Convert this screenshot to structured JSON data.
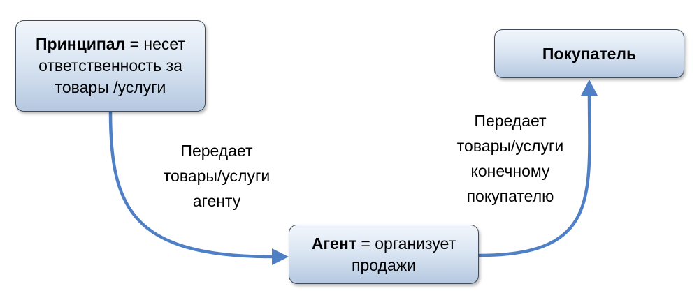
{
  "nodes": {
    "principal": {
      "title": "Принципал",
      "rest_line1": " = несет",
      "line2": "ответственность за",
      "line3": "товары /услуги"
    },
    "buyer": {
      "title": "Покупатель"
    },
    "agent": {
      "title": "Агент",
      "rest_line1": " = организует",
      "line2": "продажи"
    }
  },
  "edges": {
    "principal_to_agent": {
      "line1": "Передает",
      "line2": "товары/услуги",
      "line3": "агенту"
    },
    "agent_to_buyer": {
      "line1": "Передает",
      "line2": "товары/услуги",
      "line3": "конечному",
      "line4": "покупателю"
    }
  },
  "colors": {
    "arrow": "#4f7fc4",
    "node_border": "#3f4a5a",
    "node_fill_top": "#f2f6fb",
    "node_fill_bottom": "#b5c8e0"
  }
}
